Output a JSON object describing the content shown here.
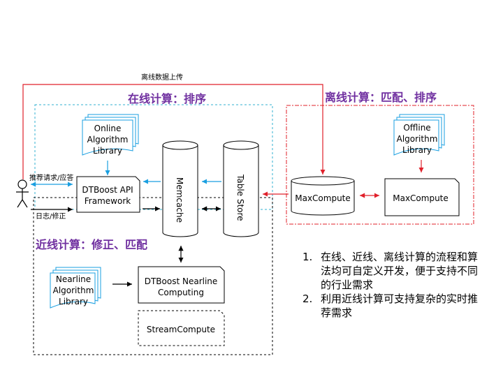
{
  "labels": {
    "upload": "离线数据上传",
    "online_header": "在线计算：排序",
    "offline_header": "离线计算：匹配、排序",
    "nearline_header": "近线计算：修正、匹配",
    "request": "推荐请求/应答",
    "log": "日志/修正"
  },
  "boxes": {
    "online_lib": [
      "Online",
      "Algorithm",
      "Library"
    ],
    "offline_lib": [
      "Offline",
      "Algorithm",
      "Library"
    ],
    "nearline_lib": [
      "Nearline",
      "Algorithm",
      "Library"
    ],
    "api": [
      "DTBoost API",
      "Framework"
    ],
    "memcache": "Memcache",
    "tablestore": "Table Store",
    "maxcompute_db": "MaxCompute",
    "maxcompute_box": "MaxCompute",
    "nearline_computing": [
      "DTBoost Nearline",
      "Computing"
    ],
    "streamcompute": "StreamCompute"
  },
  "notes": [
    {
      "num": "1.",
      "text": "在线、近线、离线计算的流程和算法均可自定义开发，便于支持不同的行业需求"
    },
    {
      "num": "2.",
      "text": "利用近线计算可支持复杂的实时推荐需求"
    }
  ],
  "colors": {
    "red": "#e0202a",
    "blue": "#1a9fe0",
    "purple": "#7030a0",
    "cyan_dash": "#31b0d0"
  }
}
